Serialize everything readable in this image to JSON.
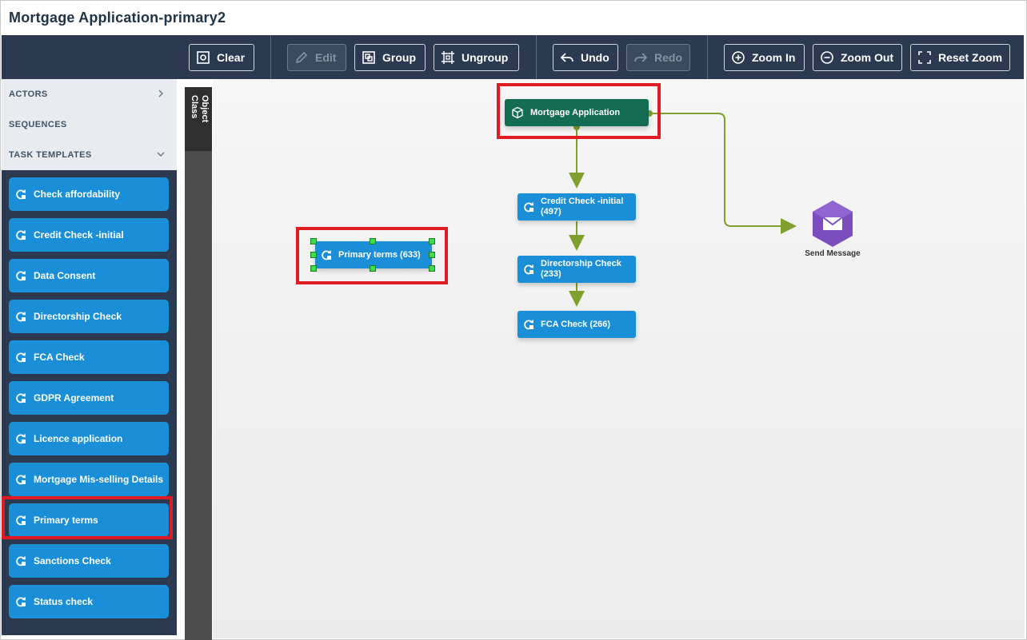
{
  "title": "Mortgage Application-primary2",
  "toolbar": {
    "clear": "Clear",
    "edit": "Edit",
    "group": "Group",
    "ungroup": "Ungroup",
    "undo": "Undo",
    "redo": "Redo",
    "zoom_in": "Zoom In",
    "zoom_out": "Zoom Out",
    "reset_zoom": "Reset Zoom"
  },
  "sidebar": {
    "sections": [
      "ACTORS",
      "SEQUENCES",
      "TASK TEMPLATES"
    ],
    "tasks": [
      "Check affordability",
      "Credit Check -initial",
      "Data Consent",
      "Directorship Check",
      "FCA Check",
      "GDPR Agreement",
      "Licence application",
      "Mortgage Mis-selling Details",
      "Primary terms",
      "Sanctions Check",
      "Status check"
    ],
    "highlighted_task": "Primary terms"
  },
  "object_class_label": "Object Class",
  "canvas": {
    "actor_node": "Mortgage Application",
    "task_nodes": [
      "Credit Check -initial (497)",
      "Directorship Check (233)",
      "FCA Check (266)"
    ],
    "selected_node": "Primary terms (633)",
    "message_node": "Send Message"
  },
  "colors": {
    "toolbar_bg": "#2b3a50",
    "task_blue": "#1a8fd8",
    "actor_green": "#146d52",
    "link_green": "#7fa02c",
    "message_purple": "#7c4dbf",
    "highlight_red": "#e01b24"
  }
}
